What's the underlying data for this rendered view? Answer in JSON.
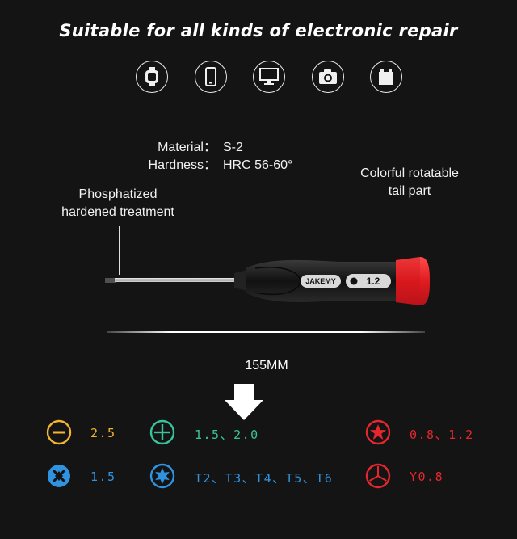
{
  "headline": "Suitable for all kinds of electronic repair",
  "device_icons": [
    "smartwatch-icon",
    "smartphone-icon",
    "monitor-icon",
    "camera-icon",
    "battery-icon"
  ],
  "callouts": {
    "material_label": "Material：",
    "material_value": "S-2",
    "hardness_label": "Hardness：",
    "hardness_value": "HRC 56-60°",
    "shaft_line1": "Phosphatized",
    "shaft_line2": "hardened treatment",
    "tail_line1": "Colorful rotatable",
    "tail_line2": "tail part"
  },
  "handle": {
    "brand": "JAKEMY",
    "bit_size": "1.2"
  },
  "dimension": "155MM",
  "bits": [
    {
      "icon": "slotted-bit-icon",
      "sizes": "2.5",
      "color": "#f2b431"
    },
    {
      "icon": "phillips-bit-icon",
      "sizes": "1.5、2.0",
      "color": "#37c49a"
    },
    {
      "icon": "pentalobe-bit-icon",
      "sizes": "0.8、1.2",
      "color": "#e5262e"
    },
    {
      "icon": "cross-slot-bit-icon",
      "sizes": "1.5",
      "color": "#2f93e0"
    },
    {
      "icon": "torx-bit-icon",
      "sizes": "T2、T3、T4、T5、T6",
      "color": "#2f93e0"
    },
    {
      "icon": "tri-wing-bit-icon",
      "sizes": "Y0.8",
      "color": "#e5262e"
    }
  ],
  "colors": {
    "background": "#141414",
    "handle_black": "#1b1b1b",
    "tail_red": "#ee1c25"
  }
}
